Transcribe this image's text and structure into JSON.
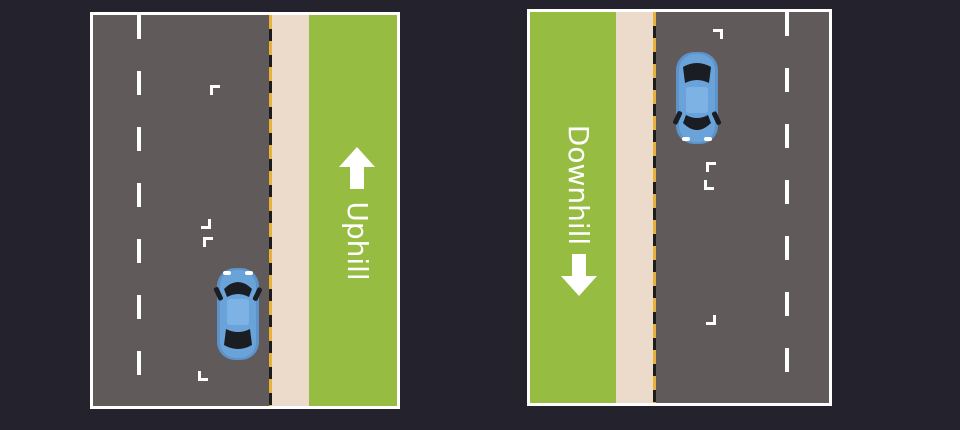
{
  "panels": [
    {
      "id": "left",
      "lane_label": "Uphill",
      "arrow_direction": "up"
    },
    {
      "id": "right",
      "lane_label": "Downhill",
      "arrow_direction": "down"
    }
  ],
  "colors": {
    "background": "#23222d",
    "road": "#605a5b",
    "sidewalk": "#ecdacb",
    "bike_lane": "#96bd42",
    "edge_line": "#e7b13a",
    "car_body": "#6aa3d9",
    "marking": "#ffffff"
  },
  "icons": {
    "car": "car-top-view-icon",
    "arrow_up": "arrow-up-icon",
    "arrow_down": "arrow-down-icon"
  }
}
